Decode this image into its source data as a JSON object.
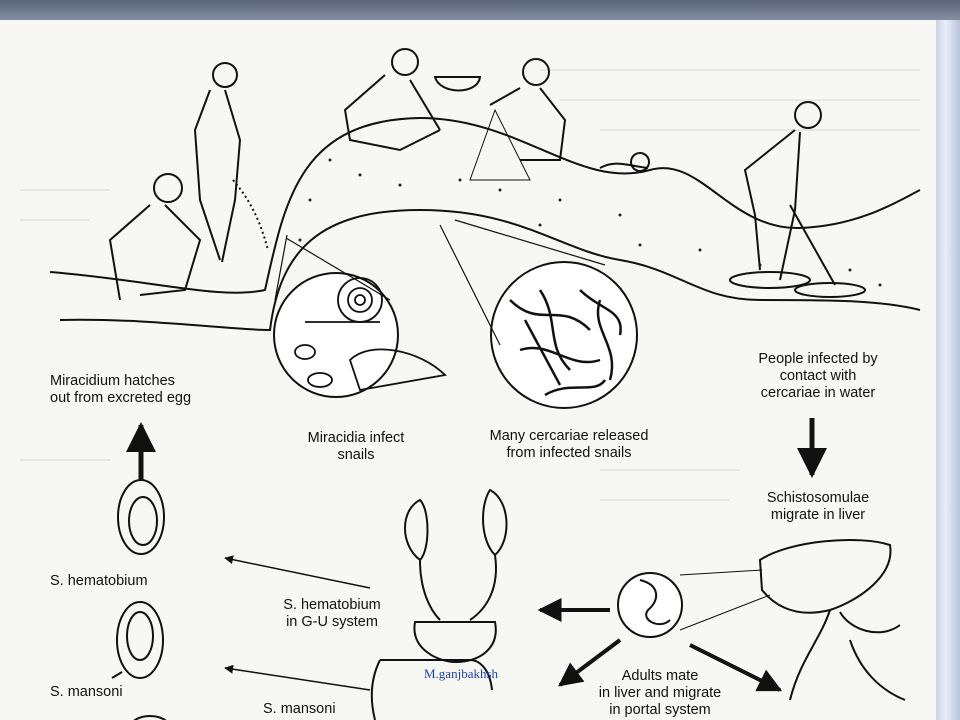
{
  "diagram": {
    "labels": {
      "miracidium": "Miracidium hatches\nout from excreted egg",
      "miracidia_snails": "Miracidia infect\nsnails",
      "cercariae": "Many cercariae released\nfrom infected snails",
      "people_infected": "People infected by\ncontact with\ncercariae in water",
      "schistosomulae": "Schistosomulae\nmigrate in liver",
      "s_hematobium": "S. hematobium",
      "hematobium_gu": "S. hematobium\nin G-U system",
      "s_mansoni": "S. mansoni",
      "s_mansoni_2": "S. mansoni",
      "adults_mate": "Adults mate\nin liver and migrate\nin portal system"
    },
    "watermark": "M.ganjbakhsh"
  },
  "colors": {
    "top_bar": "#6b7489",
    "right_band": "#d4dcec",
    "ink": "#111111",
    "watermark": "#1f3fb0"
  }
}
